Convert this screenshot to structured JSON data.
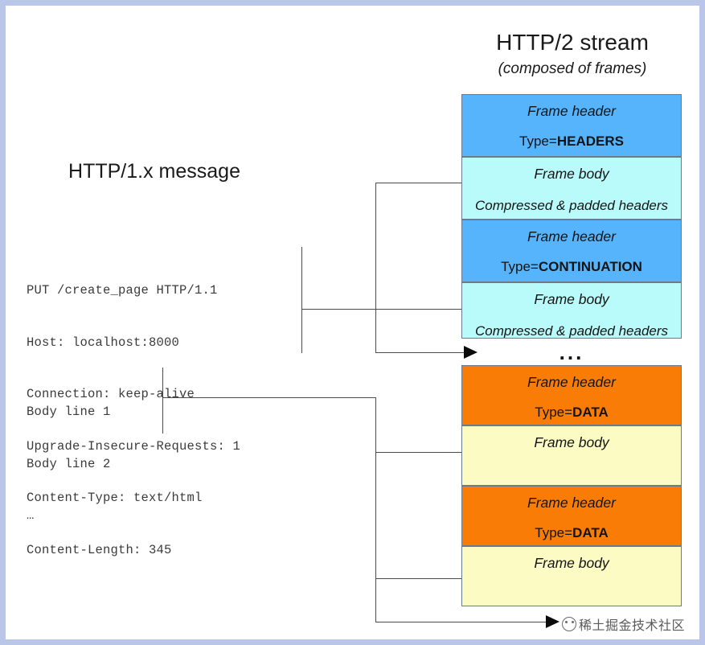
{
  "page": {
    "border_color": "#b9c6e8",
    "background": "#ffffff"
  },
  "stream": {
    "title": "HTTP/2 stream",
    "subtitle": "(composed of frames)",
    "ellipsis": "..."
  },
  "message": {
    "title": "HTTP/1.x message",
    "header_lines": [
      "PUT /create_page HTTP/1.1",
      "Host: localhost:8000",
      "Connection: keep-alive",
      "Upgrade-Insecure-Requests: 1",
      "Content-Type: text/html",
      "Content-Length: 345"
    ],
    "body_lines": [
      "Body line 1",
      "Body line 2",
      "…"
    ]
  },
  "labels": {
    "frame_header": "Frame header",
    "frame_body": "Frame body",
    "type_prefix": "Type=",
    "compressed_headers": "Compressed & padded headers"
  },
  "frames": [
    {
      "id": "headers-frame-header",
      "kind": "header",
      "label": "Frame header",
      "type_prefix": "Type=",
      "type_name": "HEADERS",
      "color": "#55b4fc"
    },
    {
      "id": "headers-frame-body",
      "kind": "body",
      "label": "Frame body",
      "detail": "Compressed & padded headers",
      "color": "#b9fbfb"
    },
    {
      "id": "continuation-frame-header",
      "kind": "header",
      "label": "Frame header",
      "type_prefix": "Type=",
      "type_name": "CONTINUATION",
      "color": "#55b4fc"
    },
    {
      "id": "continuation-frame-body",
      "kind": "body",
      "label": "Frame body",
      "detail": "Compressed & padded headers",
      "color": "#b9fbfb"
    },
    {
      "id": "data-frame-header-1",
      "kind": "header",
      "label": "Frame header",
      "type_prefix": "Type=",
      "type_name": "DATA",
      "color": "#f97c07"
    },
    {
      "id": "data-frame-body-1",
      "kind": "body",
      "label": "Frame body",
      "detail": "",
      "color": "#fbfbc3"
    },
    {
      "id": "data-frame-header-2",
      "kind": "header",
      "label": "Frame header",
      "type_prefix": "Type=",
      "type_name": "DATA",
      "color": "#f97c07"
    },
    {
      "id": "data-frame-body-2",
      "kind": "body",
      "label": "Frame body",
      "detail": "",
      "color": "#fbfbc3"
    }
  ],
  "watermark": {
    "logo": "face-circle-logo",
    "text": "稀土掘金技术社区"
  }
}
